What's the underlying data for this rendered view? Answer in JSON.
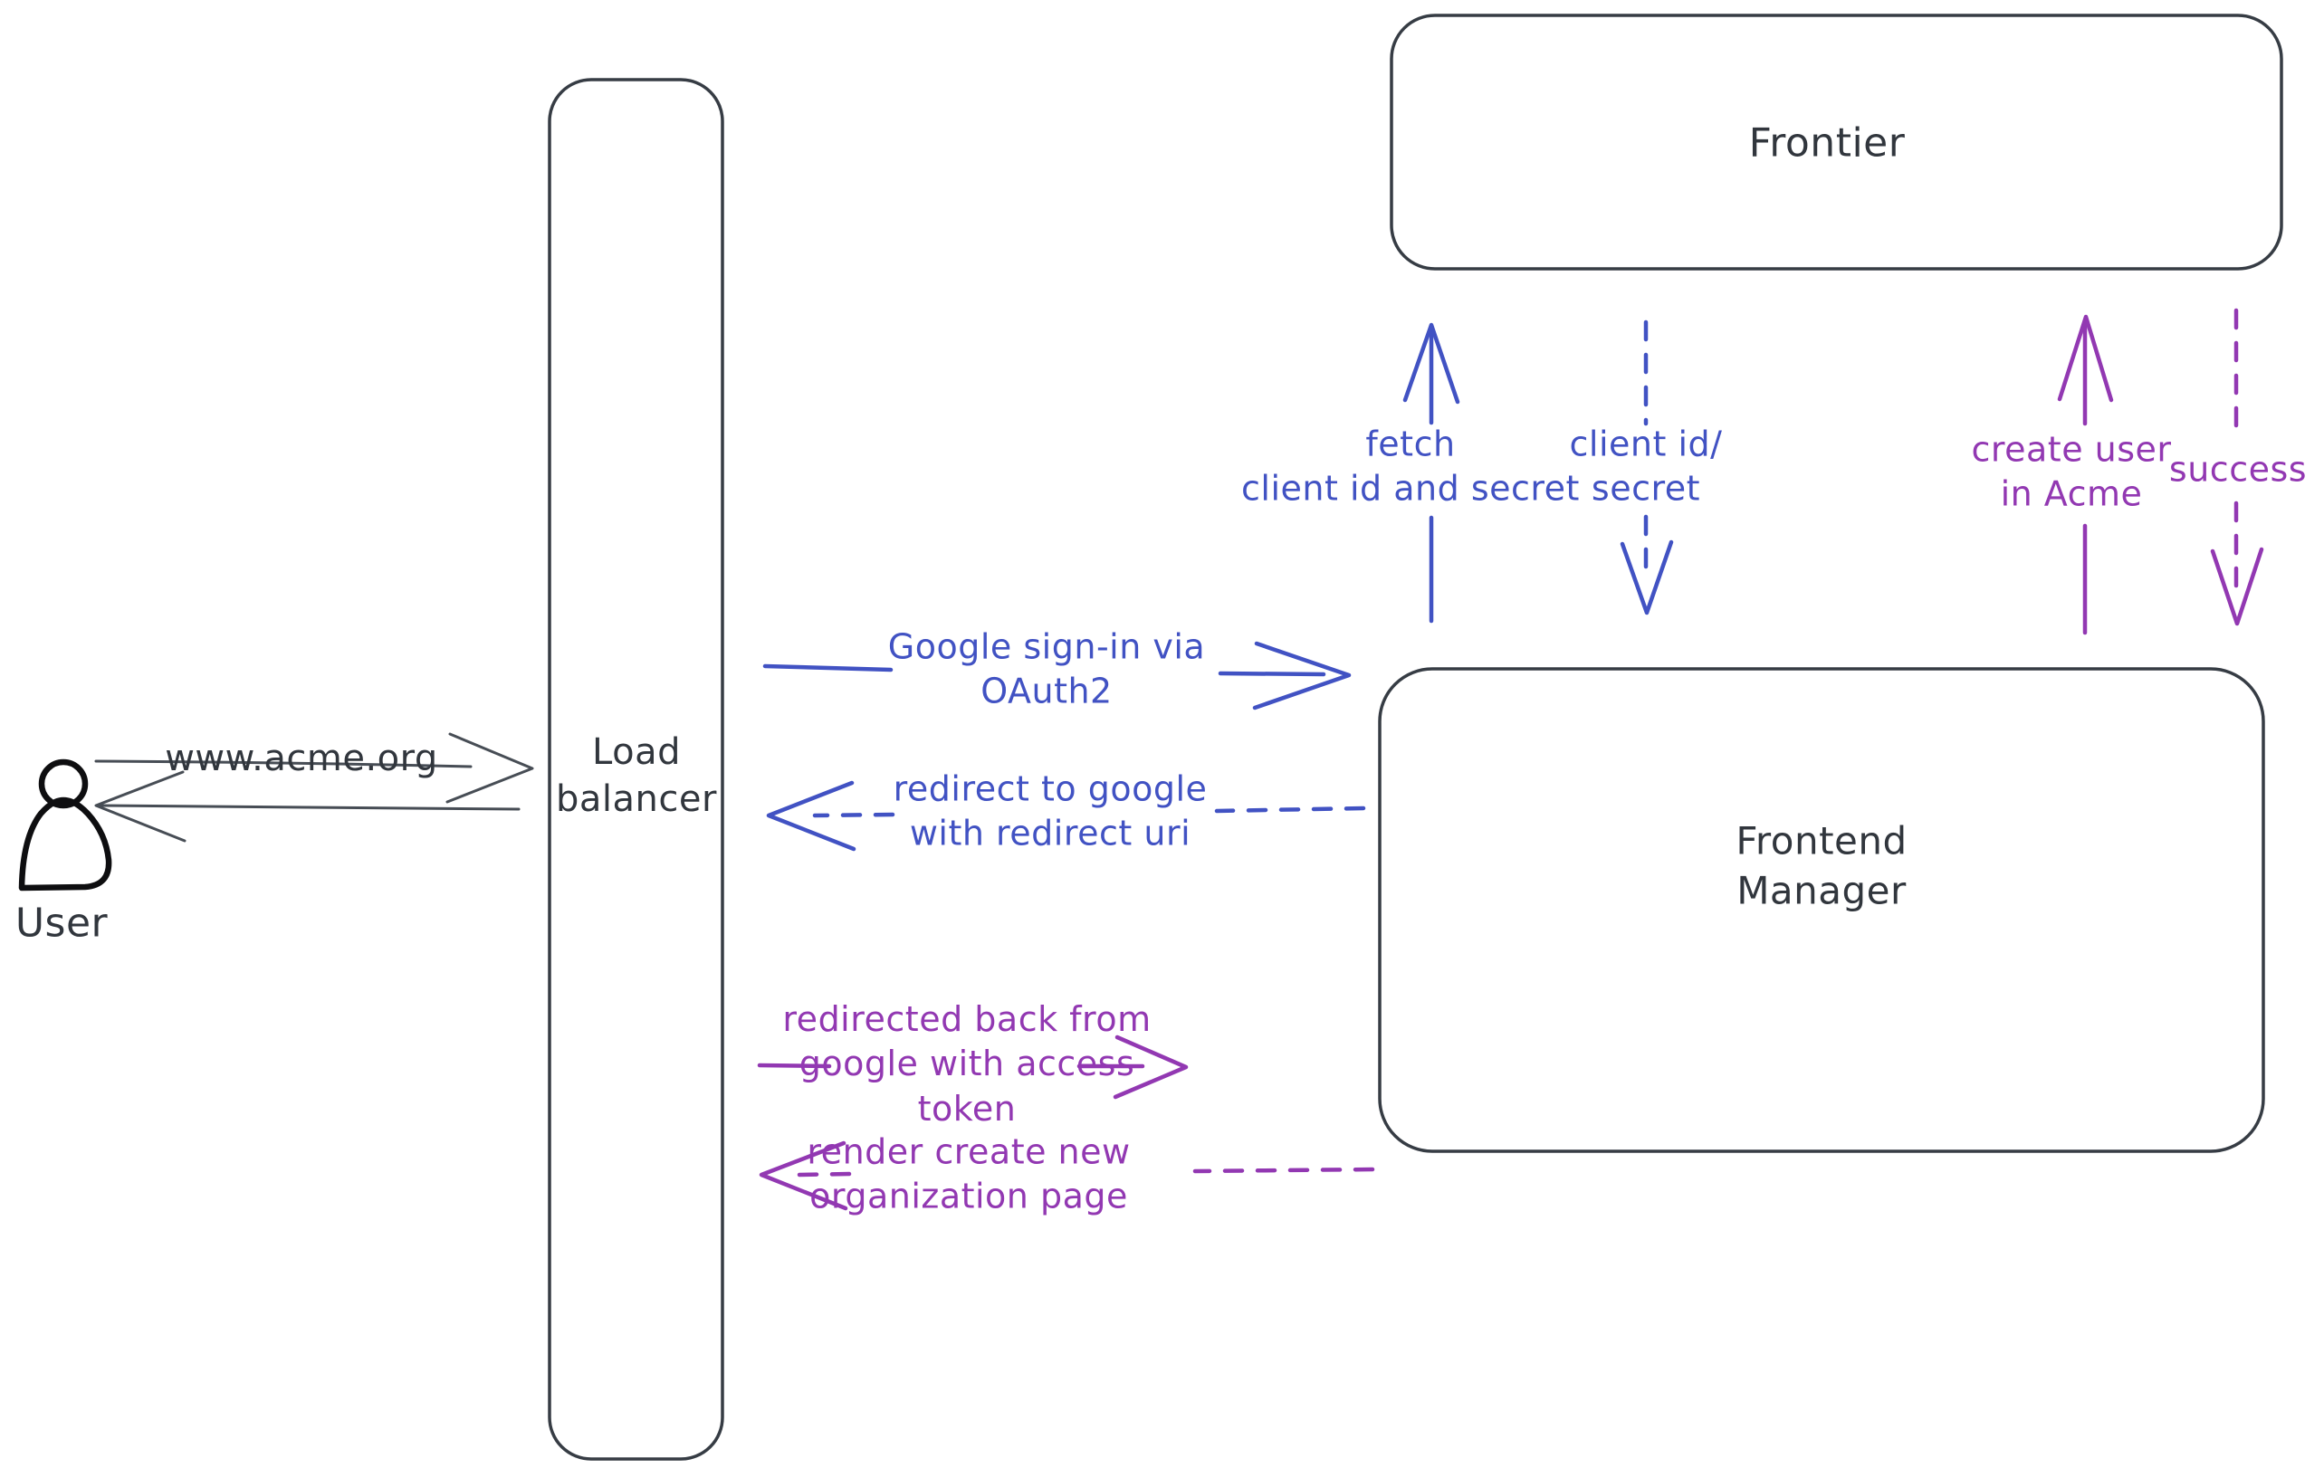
{
  "colors": {
    "ink_line": "#363c44",
    "ink_text": "#31363d",
    "arrow_dark": "#474d55",
    "blue": "#4152c3",
    "purple": "#9238b2",
    "person": "#0e0e10",
    "hatch": "#ccd7df"
  },
  "nodes": {
    "user": {
      "label": "User"
    },
    "load_balancer": {
      "label": "Load\nbalancer"
    },
    "frontier": {
      "label": "Frontier"
    },
    "frontend_manager": {
      "label": "Frontend\nManager"
    }
  },
  "edges": {
    "www_acme": {
      "label": "www.acme.org",
      "style": "solid",
      "color": "dark",
      "direction": "right",
      "from": "user",
      "to": "load_balancer"
    },
    "lb_response": {
      "label": "",
      "style": "solid",
      "color": "dark",
      "direction": "left",
      "from": "load_balancer",
      "to": "user"
    },
    "google_sign_in": {
      "label": "Google sign-in via\nOAuth2",
      "style": "solid",
      "color": "blue",
      "direction": "right",
      "from": "load_balancer",
      "to": "frontend_manager"
    },
    "redirect_to_google": {
      "label": "redirect to google\nwith redirect uri",
      "style": "dashed",
      "color": "blue",
      "direction": "left",
      "from": "frontend_manager",
      "to": "load_balancer"
    },
    "fetch_client": {
      "label": "fetch\nclient id and secret",
      "style": "solid",
      "color": "blue",
      "direction": "up",
      "from": "frontend_manager",
      "to": "frontier"
    },
    "client_id_secret": {
      "label": "client id/\nsecret",
      "style": "dashed",
      "color": "blue",
      "direction": "down",
      "from": "frontier",
      "to": "frontend_manager"
    },
    "create_user": {
      "label": "create user\nin Acme",
      "style": "solid",
      "color": "purple",
      "direction": "up",
      "from": "frontend_manager",
      "to": "frontier"
    },
    "success": {
      "label": "success",
      "style": "dashed",
      "color": "purple",
      "direction": "down",
      "from": "frontier",
      "to": "frontend_manager"
    },
    "redirected_back": {
      "label": "redirected back from\ngoogle with access\ntoken",
      "style": "solid",
      "color": "purple",
      "direction": "right",
      "from": "load_balancer",
      "to": "frontend_manager"
    },
    "render_create_org": {
      "label": "render create new\norganization page",
      "style": "dashed",
      "color": "purple",
      "direction": "left",
      "from": "frontend_manager",
      "to": "load_balancer"
    }
  }
}
